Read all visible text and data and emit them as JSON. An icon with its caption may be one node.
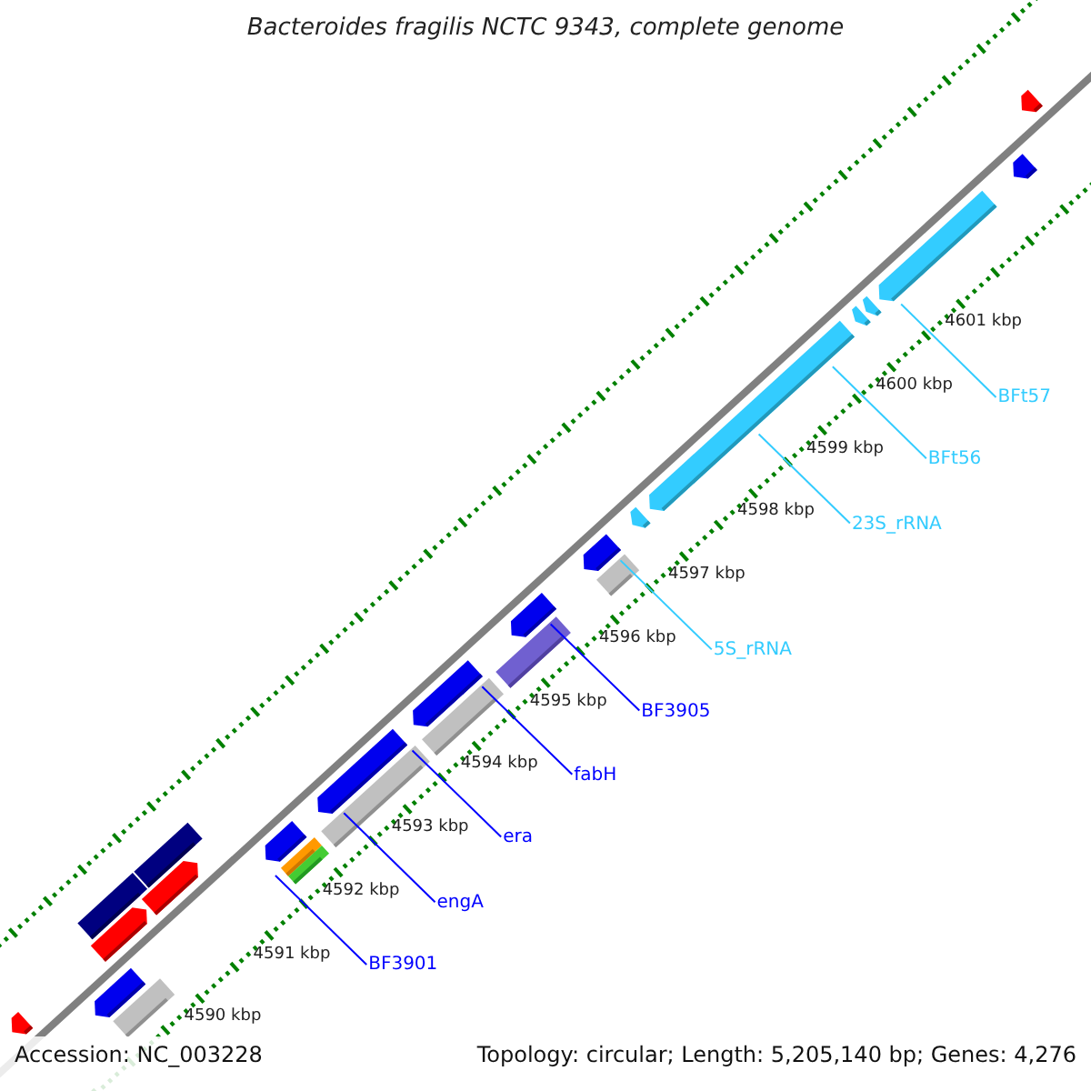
{
  "diagram": {
    "title": "Bacteroides fragilis NCTC 9343, complete genome",
    "nodes": [
      {
        "text": [
          "BFt57"
        ]
      },
      {
        "text": [
          "BFt56"
        ]
      },
      {
        "text": [
          "23S_rRNA"
        ]
      },
      {
        "text": [
          "5S_rRNA"
        ]
      },
      {
        "text": [
          "BF3905"
        ]
      },
      {
        "text": [
          "fabH"
        ]
      },
      {
        "text": [
          "era"
        ]
      },
      {
        "text": [
          "engA"
        ]
      },
      {
        "text": [
          "BF3901"
        ]
      }
    ],
    "edges": [
      {
        "from": 0,
        "to": null,
        "arrow": "none",
        "color": "#33ccff"
      },
      {
        "from": 1,
        "to": null,
        "arrow": "none",
        "color": "#33ccff"
      },
      {
        "from": 2,
        "to": null,
        "arrow": "none",
        "color": "#33ccff"
      },
      {
        "from": 3,
        "to": null,
        "arrow": "none",
        "color": "#33ccff"
      },
      {
        "from": 4,
        "to": null,
        "arrow": "none"
      },
      {
        "from": 5,
        "to": null,
        "arrow": "none"
      },
      {
        "from": 6,
        "to": null,
        "arrow": "none"
      },
      {
        "from": 7,
        "to": null,
        "arrow": "none"
      },
      {
        "from": 8,
        "to": null,
        "arrow": "none"
      }
    ],
    "labels": [
      "4601 kbp",
      "4600 kbp",
      "4599 kbp",
      "4598 kbp",
      "4597 kbp",
      "4596 kbp",
      "4595 kbp",
      "4594 kbp",
      "4593 kbp",
      "4592 kbp",
      "4591 kbp",
      "4590 kbp",
      "Accession: NC_003228",
      "Topology: circular; Length: 5,205,140 bp; Genes: 4,276"
    ]
  }
}
